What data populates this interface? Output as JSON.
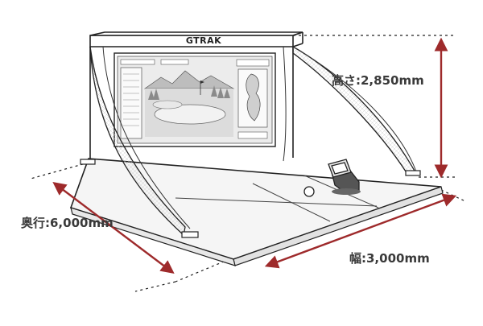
{
  "brand": {
    "name": "GTRAK"
  },
  "dimensions": {
    "height": "高さ:2,850mm",
    "depth": "奥行:6,000mm",
    "width": "幅:3,000mm"
  },
  "colors": {
    "arrow": "#9e2a2b",
    "line": "#2a2a2a",
    "floor": "#f4f4f4",
    "screen": "#d9d9d9"
  }
}
